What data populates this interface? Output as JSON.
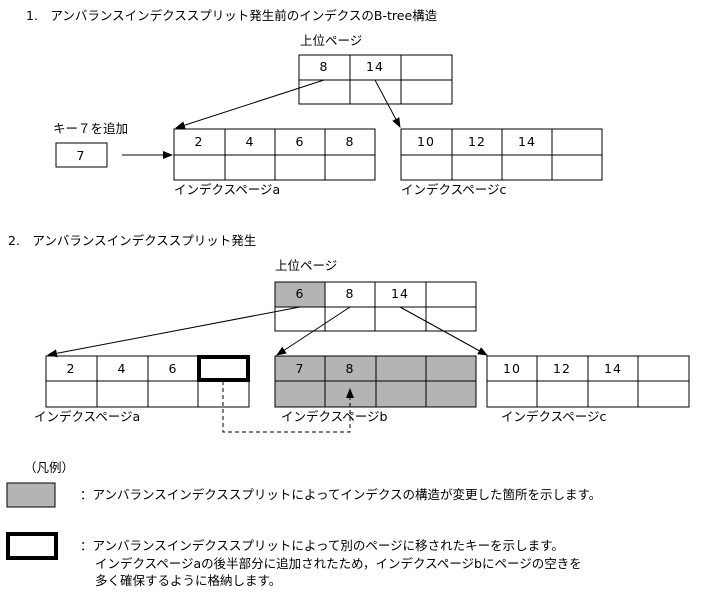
{
  "section1": {
    "heading": "1.　アンバランスインデクススプリット発生前のインデクスのB-tree構造",
    "upper_page_label": "上位ページ",
    "upper_keys": [
      "8",
      "14",
      ""
    ],
    "add_key_label": "キー７を追加",
    "add_key_value": "7",
    "page_a": {
      "label": "インデクスページa",
      "keys": [
        "2",
        "4",
        "6",
        "8"
      ]
    },
    "page_c": {
      "label": "インデクスページc",
      "keys": [
        "10",
        "12",
        "14",
        ""
      ]
    }
  },
  "section2": {
    "heading": "2.　アンバランスインデクススプリット発生",
    "upper_page_label": "上位ページ",
    "upper_keys": [
      "6",
      "8",
      "14",
      ""
    ],
    "page_a": {
      "label": "インデクスページa",
      "keys": [
        "2",
        "4",
        "6",
        ""
      ]
    },
    "page_b": {
      "label": "インデクスページb",
      "keys": [
        "7",
        "8",
        "",
        ""
      ]
    },
    "page_c": {
      "label": "インデクスページc",
      "keys": [
        "10",
        "12",
        "14",
        ""
      ]
    }
  },
  "legend": {
    "title": "（凡例）",
    "shaded_desc": "：アンバランスインデクススプリットによってインデクスの構造が変更した箇所を示します。",
    "bold_desc_lines": [
      "：アンバランスインデクススプリットによって別のページに移されたキーを示します。",
      "インデクスページaの後半部分に追加されたため，インデクスページbにページの空きを",
      "多く確保するように格納します。"
    ]
  },
  "colors": {
    "shade": "#b4b4b4",
    "line": "#000000",
    "background": "#ffffff"
  }
}
